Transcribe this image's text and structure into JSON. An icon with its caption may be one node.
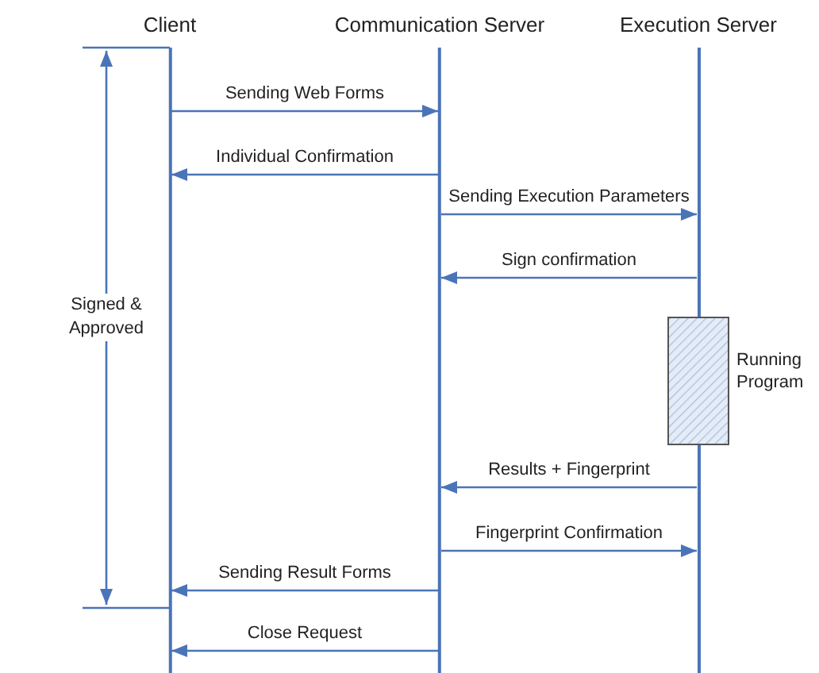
{
  "diagram": {
    "nodes": [
      {
        "text": [
          "Client"
        ]
      },
      {
        "text": [
          "Communication Server"
        ]
      },
      {
        "text": [
          "Execution Server"
        ]
      },
      {
        "text": [],
        "shape": "box",
        "beside": [
          "Running Program"
        ]
      }
    ],
    "edges": [
      {
        "from": 0,
        "to": 1,
        "arrow": "to",
        "label": "Sending Web Forms"
      },
      {
        "from": 1,
        "to": 0,
        "arrow": "to",
        "label": "Individual Confirmation"
      },
      {
        "from": 1,
        "to": 2,
        "arrow": "to",
        "label": "Sending Execution Parameters"
      },
      {
        "from": 2,
        "to": 1,
        "arrow": "to",
        "label": "Sign confirmation"
      },
      {
        "from": 2,
        "to": 1,
        "arrow": "to",
        "label": "Results + Fingerprint"
      },
      {
        "from": 1,
        "to": 2,
        "arrow": "to",
        "label": "Fingerprint Confirmation"
      },
      {
        "from": 1,
        "to": 0,
        "arrow": "to",
        "label": "Sending Result Forms"
      },
      {
        "from": 1,
        "to": 0,
        "arrow": "to",
        "label": "Close Request"
      }
    ],
    "labels": [
      "Signed & Approved"
    ]
  }
}
